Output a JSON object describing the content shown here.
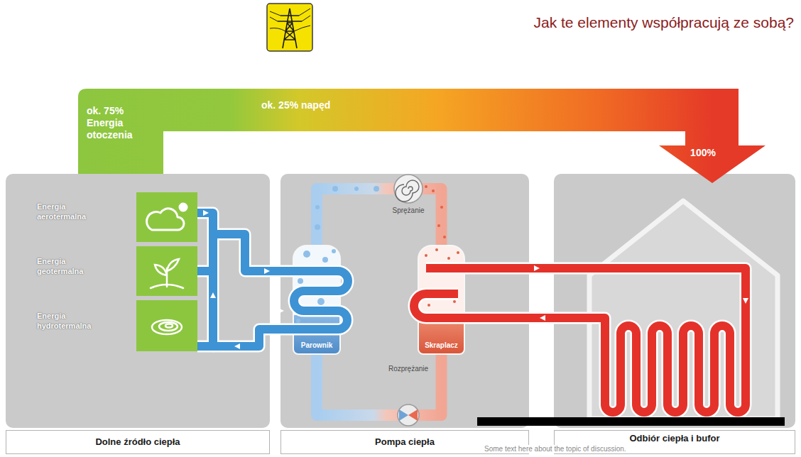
{
  "diagram": {
    "title": "Jak te elementy współpracują ze sobą?",
    "nodes": [
      {
        "text": [
          "Dolne źródło ciepła"
        ]
      },
      {
        "text": [
          "Pompa ciepła"
        ]
      },
      {
        "text": [
          "Odbiór ciepła i bufor"
        ]
      },
      {
        "text": [
          "Parownik"
        ],
        "in": 1
      },
      {
        "text": [
          "Skraplacz"
        ],
        "in": 1
      }
    ],
    "edges": [
      {
        "from": 3,
        "to": 4,
        "arrow": "none",
        "label": "Sprężanie"
      },
      {
        "from": 4,
        "to": 3,
        "arrow": "none",
        "label": "Rozprężanie"
      }
    ],
    "labels": [
      "ok. 75% Energia otoczenia",
      "ok. 25% napęd",
      "100%",
      "Energia aerotermalna",
      "Energia geotermalna",
      "Energia hydrotermalna",
      "Some text here about the topic of discussion."
    ]
  }
}
